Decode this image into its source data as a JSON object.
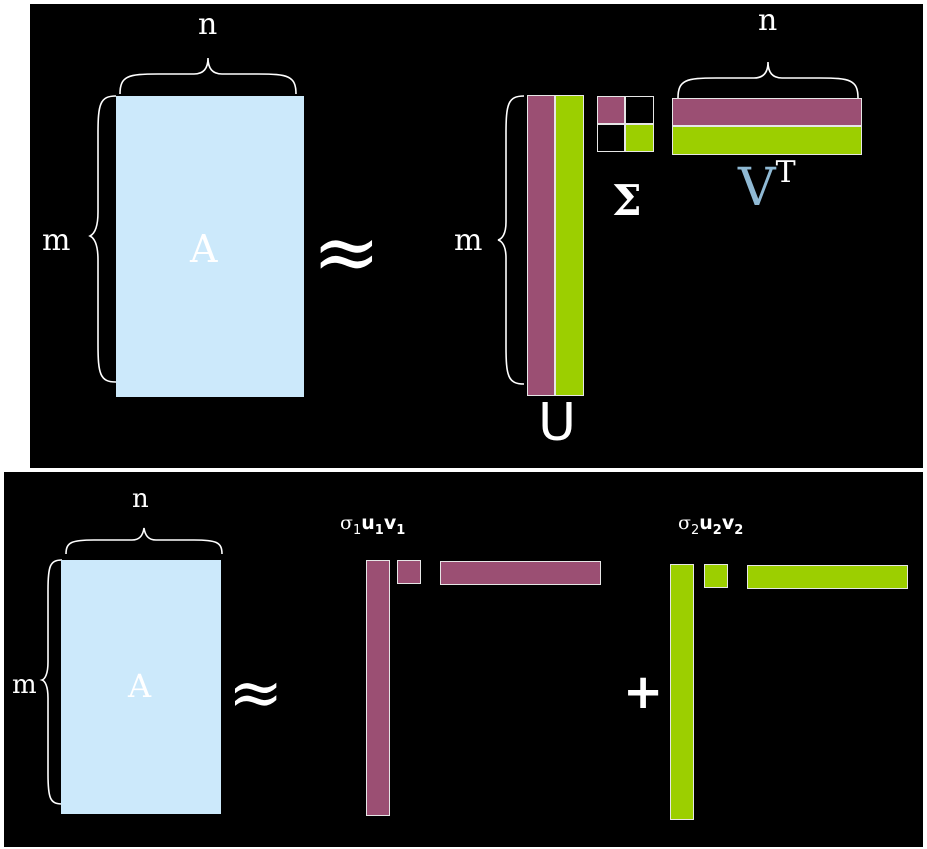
{
  "top": {
    "n_label": "n",
    "m_label": "m",
    "a_label": "A",
    "approx_symbol": "≈",
    "u_label": "U",
    "sigma_label": "Σ",
    "v_label": "V",
    "v_superscript": "T",
    "m_label_right": "m",
    "n_label_right": "n"
  },
  "bottom": {
    "n_label": "n",
    "m_label": "m",
    "a_label": "A",
    "approx_symbol": "≈",
    "plus_symbol": "+",
    "term1": {
      "sigma": "σ",
      "sigma_sub": "1",
      "u": "u",
      "u_sub": "1",
      "v": "v",
      "v_sub": "1"
    },
    "term2": {
      "sigma": "σ",
      "sigma_sub": "2",
      "u": "u",
      "u_sub": "2",
      "v": "v",
      "v_sub": "2"
    }
  },
  "colors": {
    "background": "#000000",
    "matrix_a": "#cce9fb",
    "component_1": "#9b4f73",
    "component_2": "#9ccf00",
    "vt_label": "#8fb9d4",
    "text": "#ffffff"
  }
}
